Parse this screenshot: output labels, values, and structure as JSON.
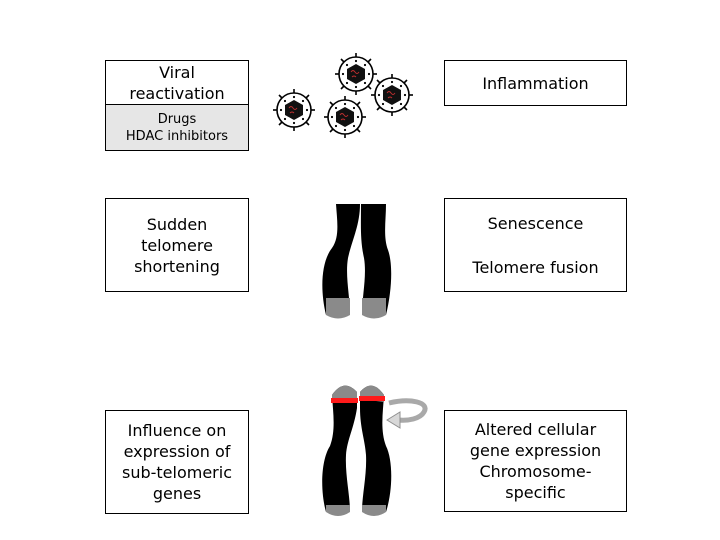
{
  "left": {
    "viral": [
      "Viral",
      "reactivation"
    ],
    "drugs": [
      "Drugs",
      "HDAC inhibitors"
    ],
    "sudden": [
      "Sudden",
      "telomere",
      "shortening"
    ],
    "influence": [
      "Influence on",
      "expression of",
      "sub-telomeric",
      "genes"
    ]
  },
  "right": {
    "inflammation": "Inflammation",
    "senescence": "Senescence",
    "telomere_fusion": "Telomere fusion",
    "altered": [
      "Altered cellular",
      "gene expression",
      "Chromosome-",
      "specific"
    ]
  },
  "colors": {
    "chromosome": "#000000",
    "telomere": "#8a8a8a",
    "telomere_mark": "#ff1a1a",
    "arrow": "#b0b0b0",
    "drugs_bg": "#e6e6e6"
  },
  "icons": [
    "virus-icon",
    "chromosome-icon",
    "curved-arrow-icon"
  ]
}
